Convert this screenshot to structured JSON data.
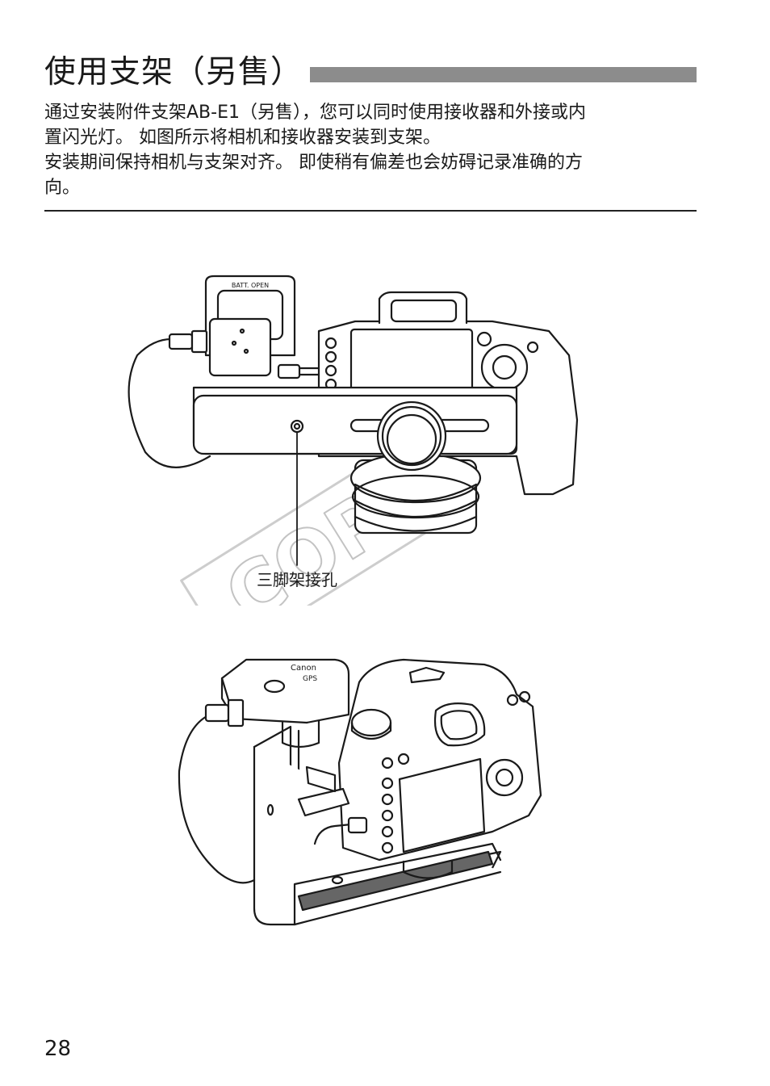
{
  "header": {
    "title": "使用支架（另售）"
  },
  "intro": {
    "line1": "通过安装附件支架AB-E1（另售），您可以同时使用接收器和外接或内",
    "line2": "置闪光灯。 如图所示将相机和接收器安装到支架。",
    "line3": "安装期间保持相机与支架对齐。 即使稍有偏差也会妨碍记录准确的方",
    "line4": "向。"
  },
  "figure1": {
    "callout_label": "三脚架接孔",
    "receiver_label": "BATT. OPEN"
  },
  "figure2": {
    "brand_label": "Canon",
    "model_label": "GPS"
  },
  "watermark": {
    "text": "COPY"
  },
  "footer": {
    "page_number": "28"
  },
  "colors": {
    "title_bar": "#8c8c8c",
    "line": "#222222",
    "watermark": "#c8c8c8"
  }
}
